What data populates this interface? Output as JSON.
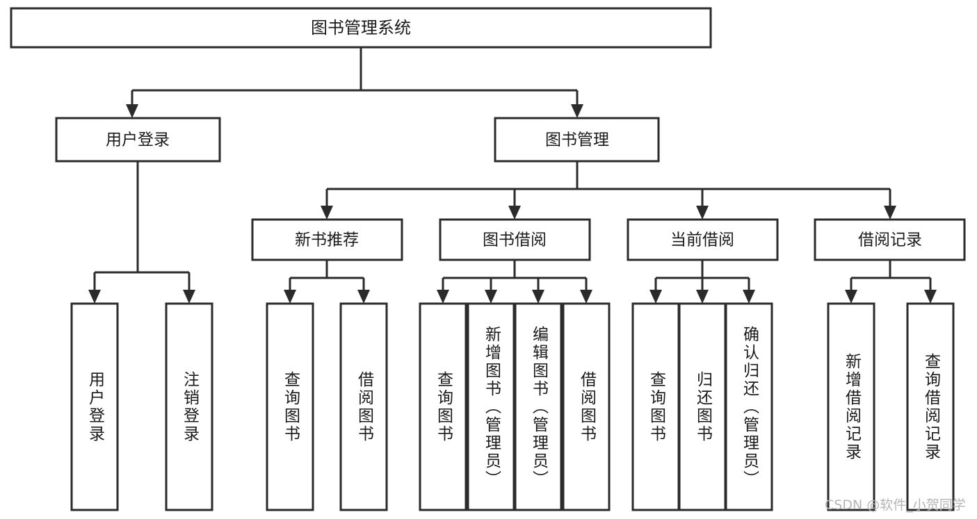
{
  "diagram": {
    "title": "图书管理系统",
    "type": "hierarchy-tree",
    "watermark": "CSDN @软件_小贺同学",
    "colors": {
      "box_stroke": "#2b2b2b",
      "box_fill": "#ffffff",
      "text": "#1a1a1a",
      "background": "#ffffff",
      "watermark": "#b5b5b5"
    },
    "levels": {
      "root": {
        "label": "图书管理系统"
      },
      "level2": [
        {
          "label": "用户登录"
        },
        {
          "label": "图书管理"
        }
      ],
      "level3": [
        {
          "label": "新书推荐"
        },
        {
          "label": "图书借阅"
        },
        {
          "label": "当前借阅"
        },
        {
          "label": "借阅记录"
        }
      ],
      "leaves": [
        {
          "label": "用户登录",
          "parent": "用户登录"
        },
        {
          "label": "注销登录",
          "parent": "用户登录"
        },
        {
          "label": "查询图书",
          "parent": "新书推荐"
        },
        {
          "label": "借阅图书",
          "parent": "新书推荐"
        },
        {
          "label": "查询图书",
          "parent": "图书借阅"
        },
        {
          "label": "新增图书（管理员）",
          "parent": "图书借阅"
        },
        {
          "label": "编辑图书（管理员）",
          "parent": "图书借阅"
        },
        {
          "label": "借阅图书",
          "parent": "图书借阅"
        },
        {
          "label": "查询图书",
          "parent": "当前借阅"
        },
        {
          "label": "归还图书",
          "parent": "当前借阅"
        },
        {
          "label": "确认归还（管理员）",
          "parent": "当前借阅"
        },
        {
          "label": "新增借阅记录",
          "parent": "借阅记录"
        },
        {
          "label": "查询借阅记录",
          "parent": "借阅记录"
        }
      ]
    }
  }
}
